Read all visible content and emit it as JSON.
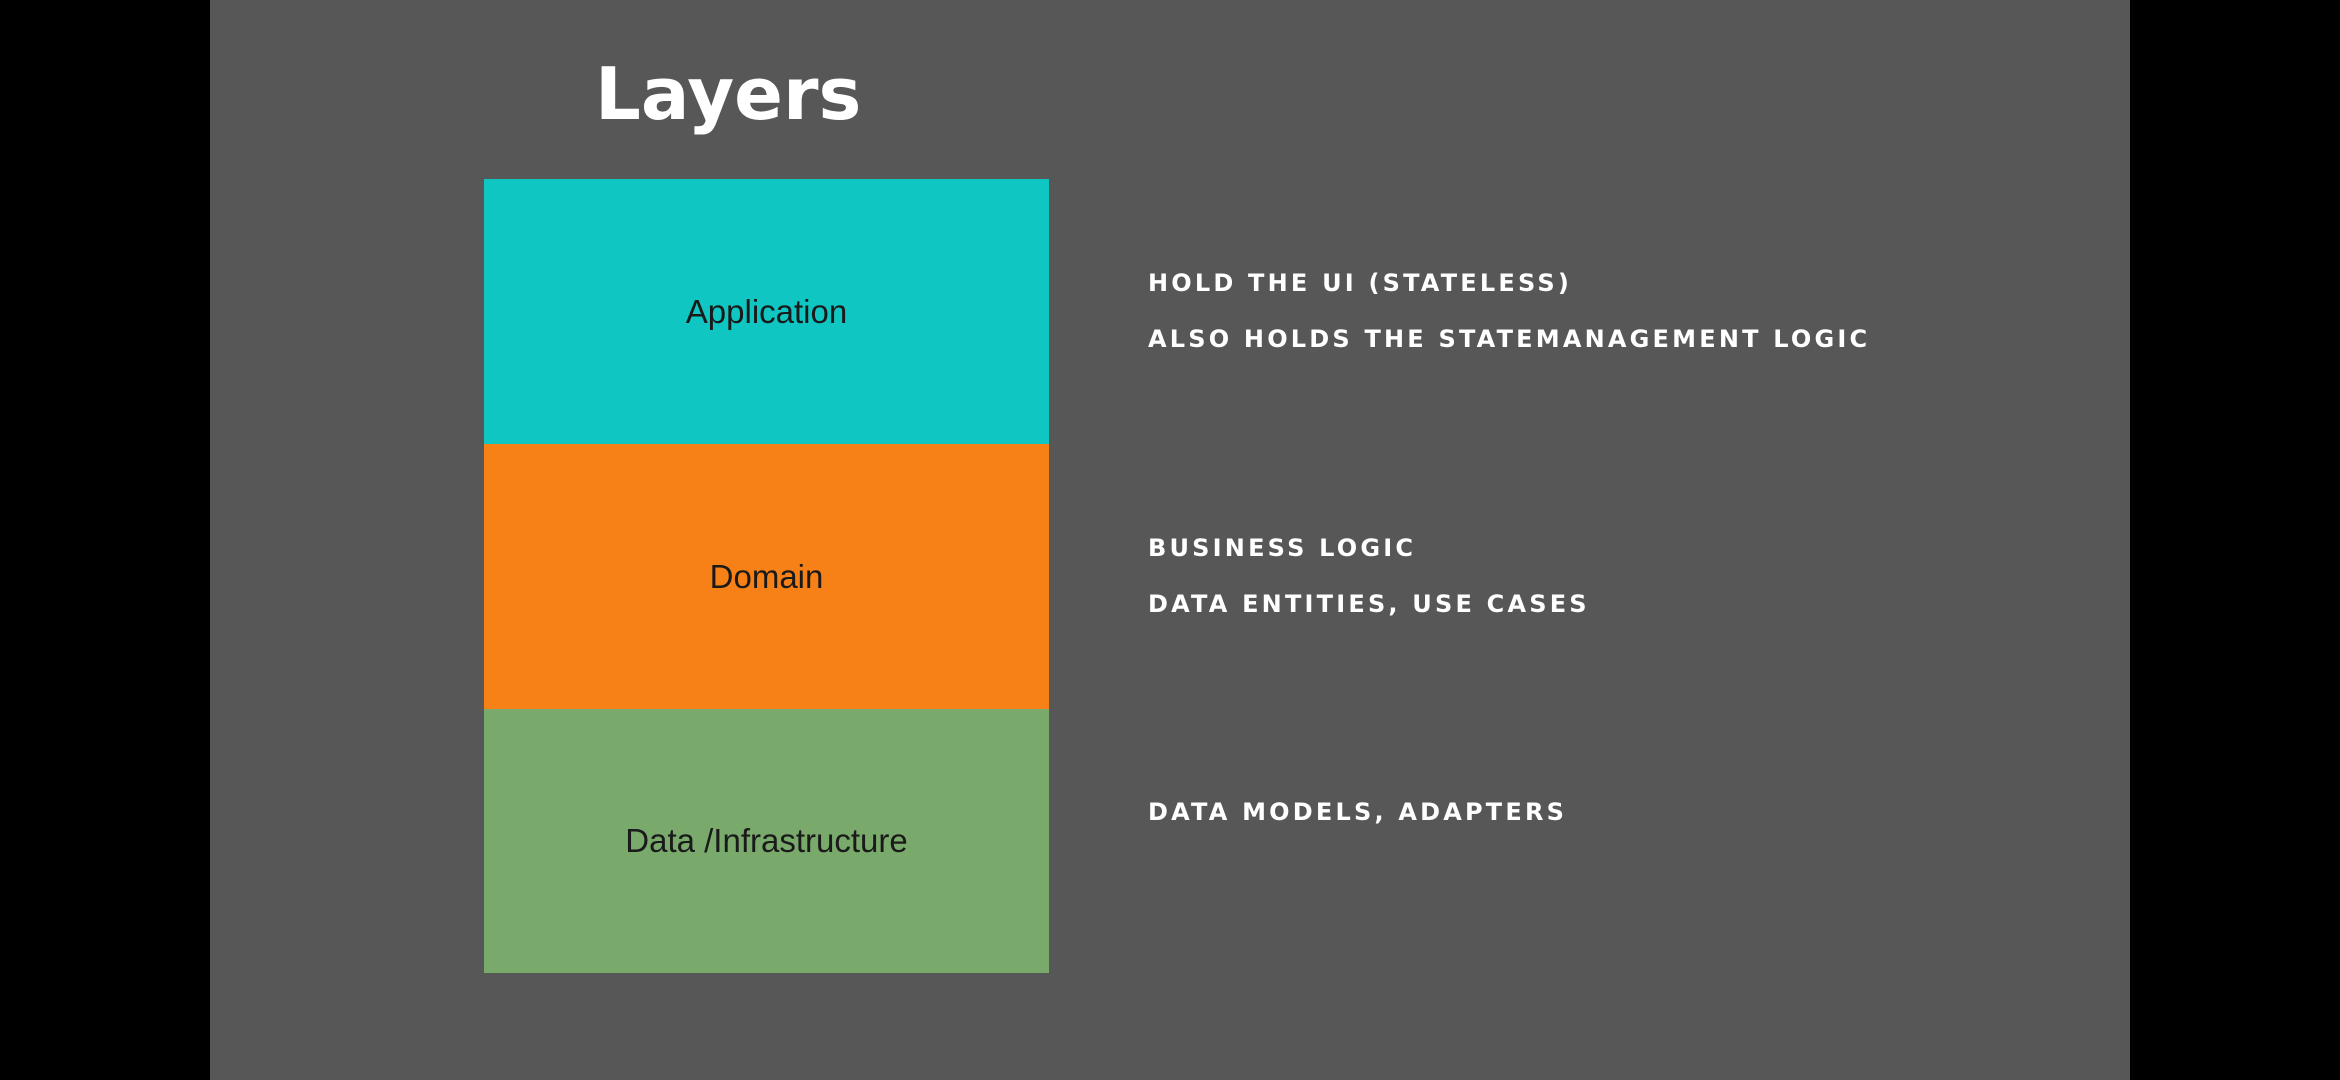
{
  "slide": {
    "title": "Layers",
    "colors": {
      "background": "#575757",
      "application": "#0fc6c2",
      "domain": "#f78117",
      "data": "#79aa6c"
    },
    "layers": [
      {
        "label": "Application"
      },
      {
        "label": "Domain"
      },
      {
        "label": "Data /Infrastructure"
      }
    ],
    "notes": [
      "HOLD THE UI (STATELESS)",
      "ALSO HOLDS THE STATEMANAGEMENT LOGIC",
      "BUSINESS LOGIC",
      "DATA ENTITIES, USE CASES",
      "DATA MODELS, ADAPTERS"
    ]
  }
}
